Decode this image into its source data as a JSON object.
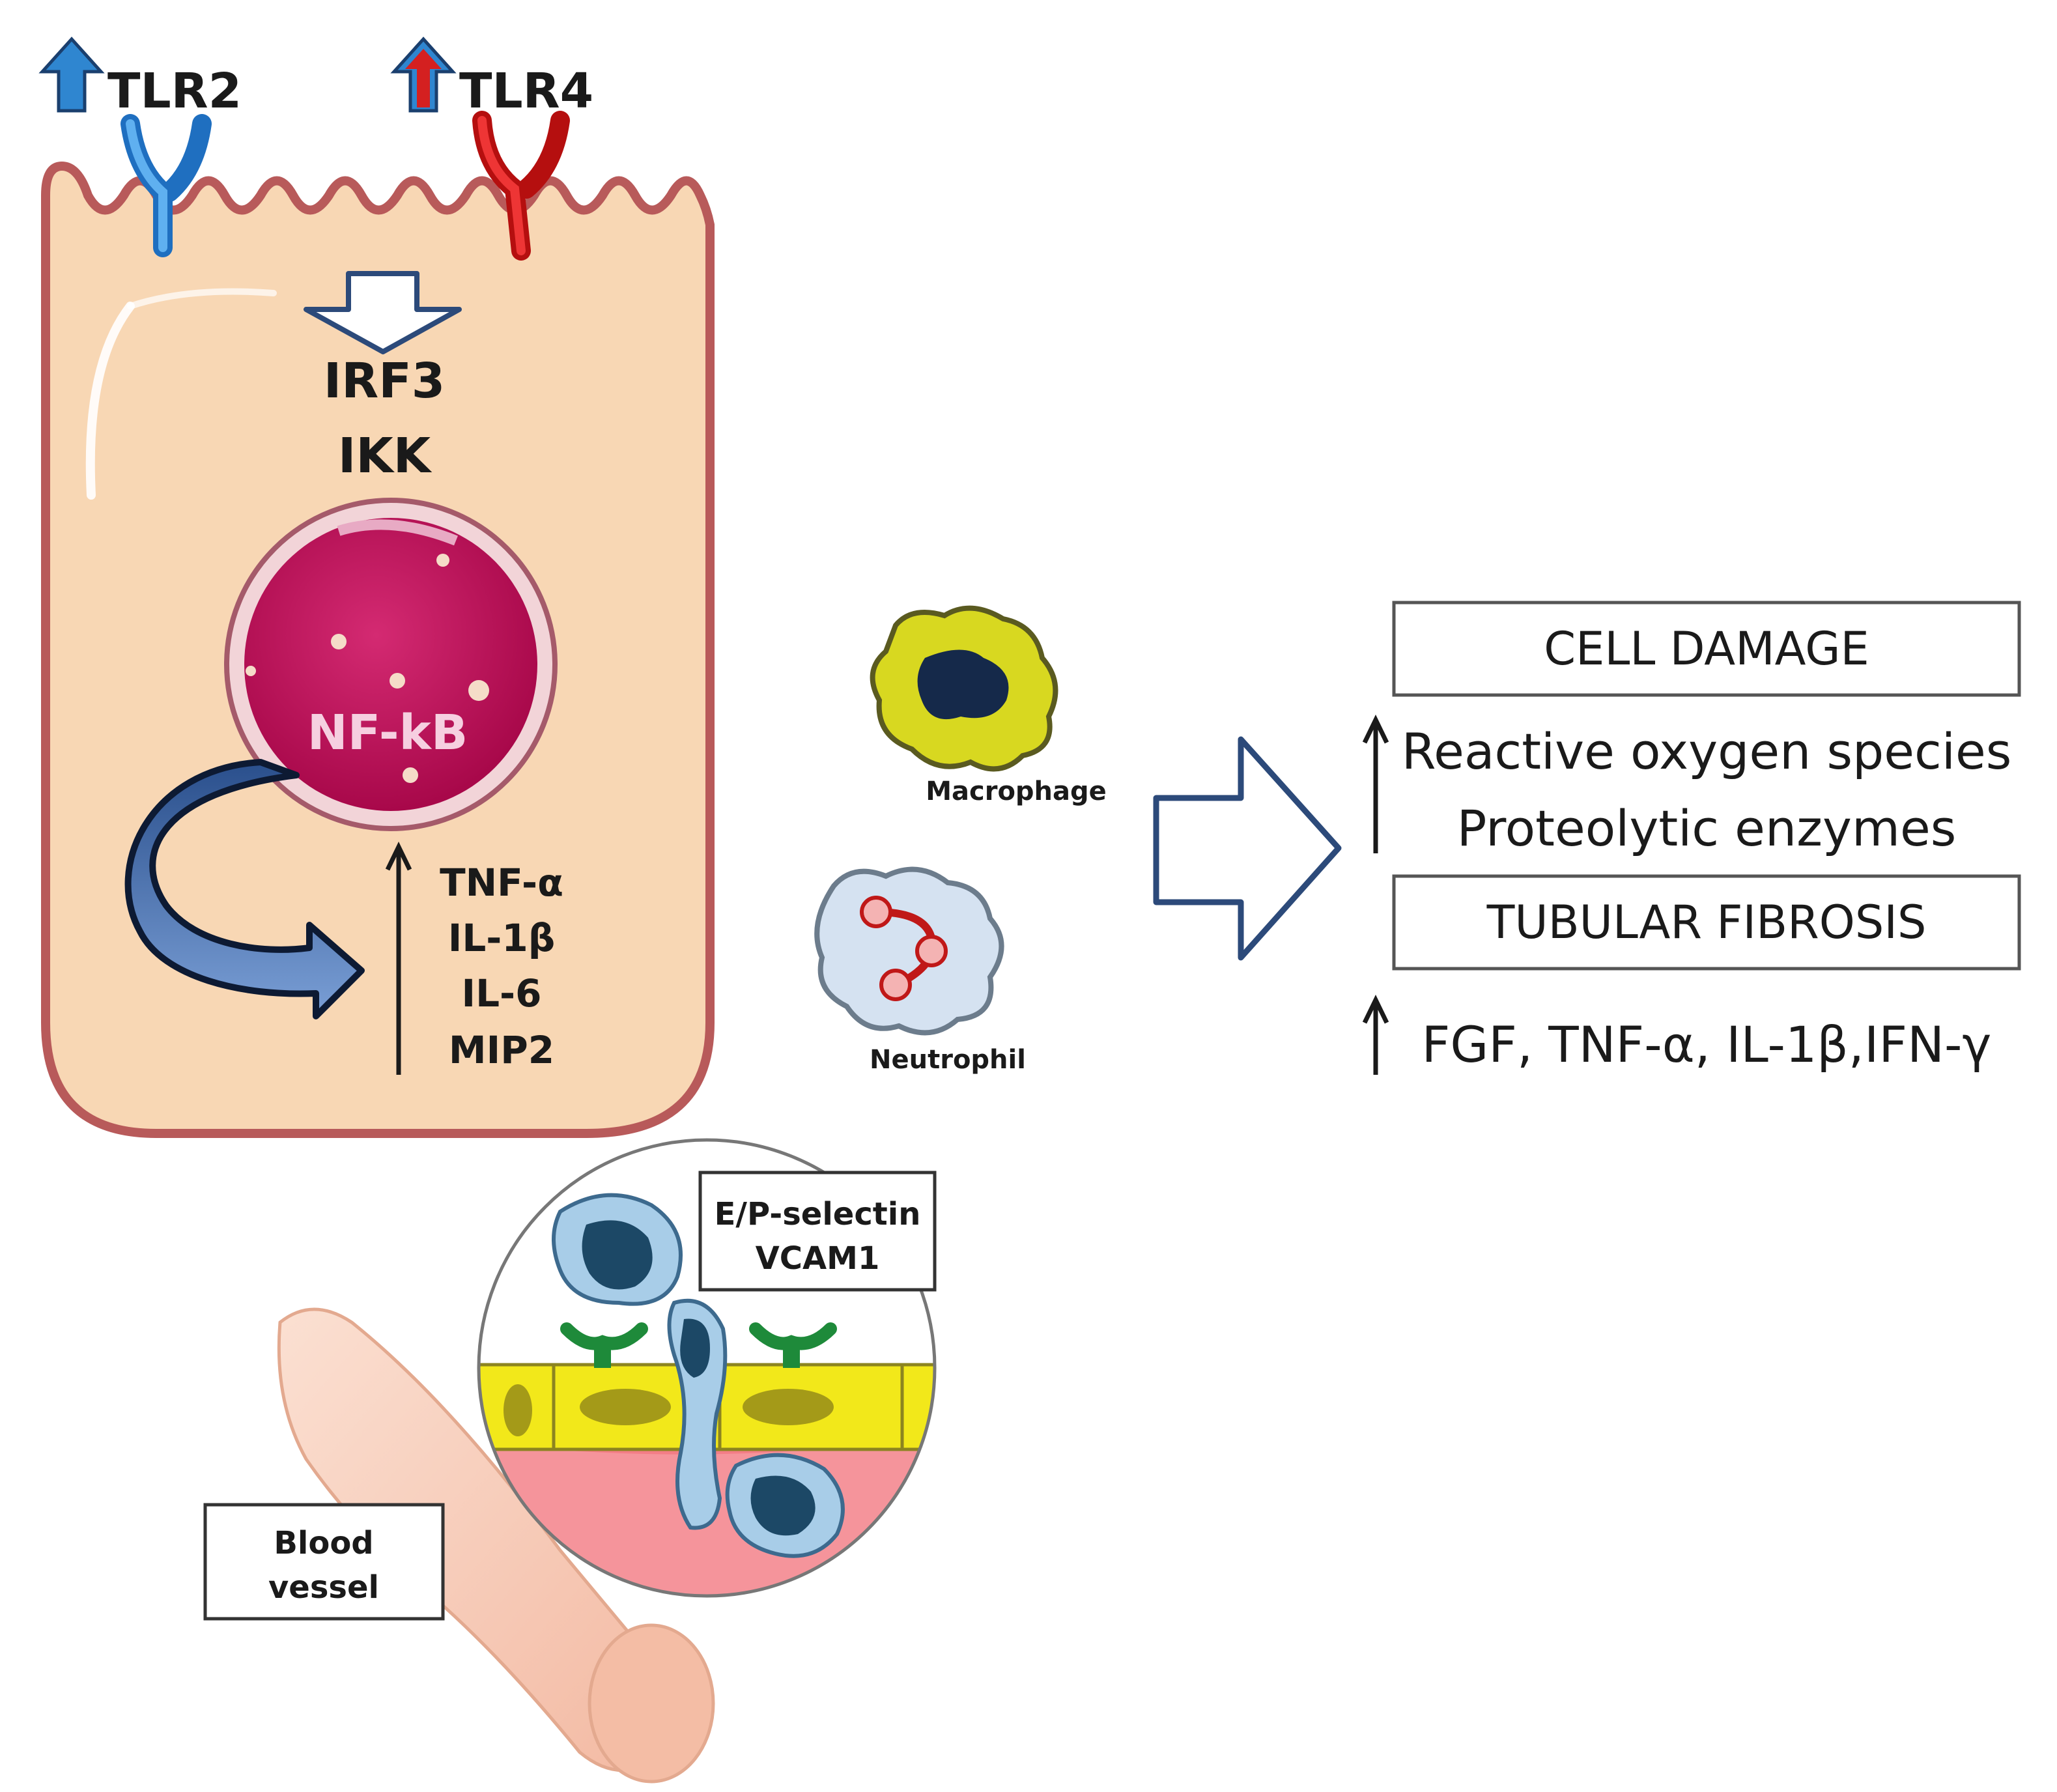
{
  "receptors": {
    "tlr2": "TLR2",
    "tlr4": "TLR4"
  },
  "signaling": {
    "irf3": "IRF3",
    "ikk": "IKK",
    "nfkb": "NF-kB"
  },
  "cytokines": [
    "TNF-α",
    "IL-1β",
    "IL-6",
    "MIP2"
  ],
  "cells": {
    "macrophage": "Macrophage",
    "neutrophil": "Neutrophil"
  },
  "inset": {
    "line1": "E/P-selectin",
    "line2": "VCAM1"
  },
  "vessel": {
    "line1": "Blood",
    "line2": "vessel"
  },
  "outcomes": {
    "cell_damage": "CELL DAMAGE",
    "ros": "Reactive oxygen species",
    "proteolytic": "Proteolytic enzymes",
    "tubular_fibrosis": "TUBULAR FIBROSIS",
    "fibrosis_factors": "FGF, TNF-α, IL-1β,IFN-γ"
  },
  "colors": {
    "cell_fill": "#f8d7b4",
    "cell_border": "#b85a5a",
    "tlr2": "#2f86d0",
    "tlr4": "#d42020",
    "nucleus": "#c0105a",
    "arrow_blue": "#3a67a8",
    "macrophage": "#d8d820",
    "vessel": "#f7c9b5",
    "endothelium": "#f2e81a"
  }
}
